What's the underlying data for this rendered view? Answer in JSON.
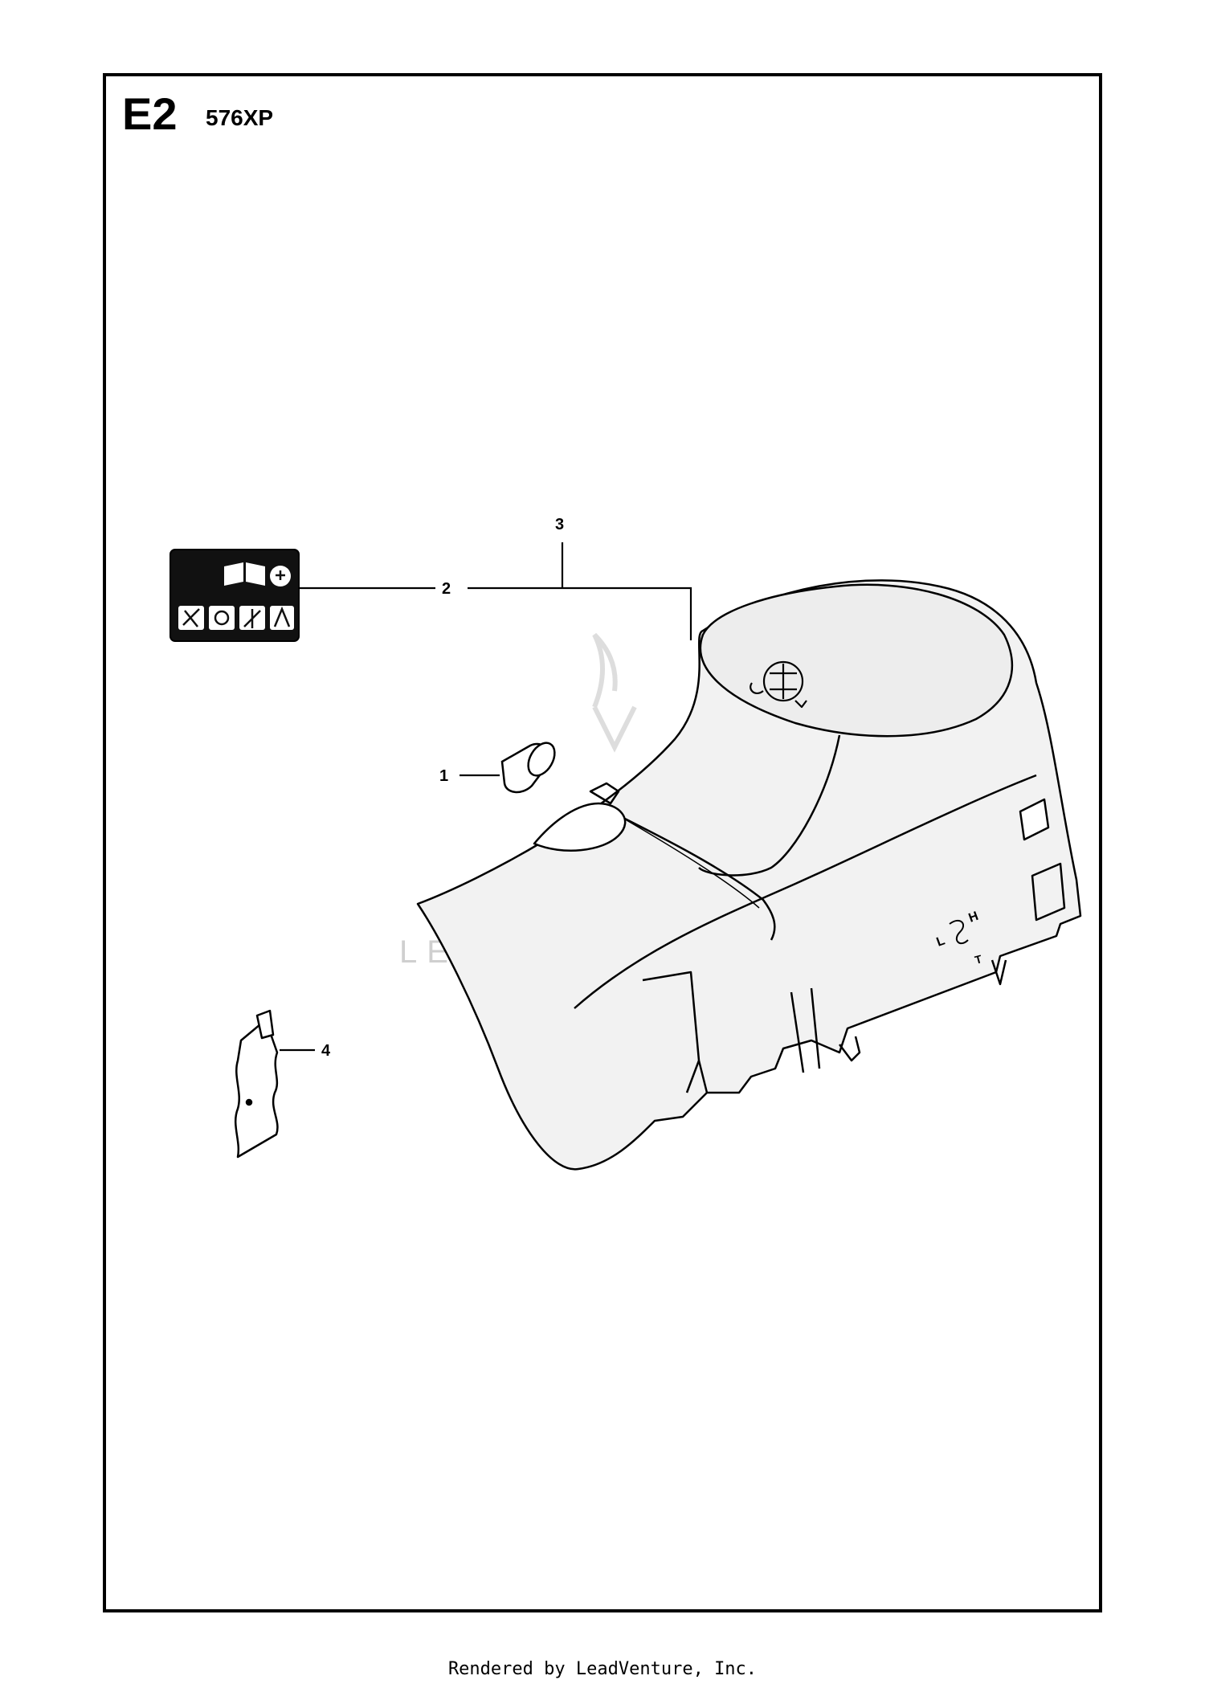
{
  "header": {
    "diagram_code": "E2",
    "model": "576XP"
  },
  "callouts": [
    {
      "id": "1",
      "label": "1"
    },
    {
      "id": "2",
      "label": "2"
    },
    {
      "id": "3",
      "label": "3"
    },
    {
      "id": "4",
      "label": "4"
    }
  ],
  "parts": [
    {
      "ref": "1",
      "description": "rubber plug / grommet"
    },
    {
      "ref": "2",
      "description": "warning decal with pictograms"
    },
    {
      "ref": "3",
      "description": "cylinder cover"
    },
    {
      "ref": "4",
      "description": "heat shield plate"
    }
  ],
  "cover_markings": {
    "left": "L",
    "high": "H",
    "idle": "T"
  },
  "watermark": {
    "text": "LEADVENTURE"
  },
  "footer": {
    "text": "Rendered by LeadVenture, Inc."
  },
  "colors": {
    "line": "#000000",
    "cover_fill": "#f2f2f2",
    "label_bg": "#111111",
    "watermark": "#cfcfcf"
  }
}
